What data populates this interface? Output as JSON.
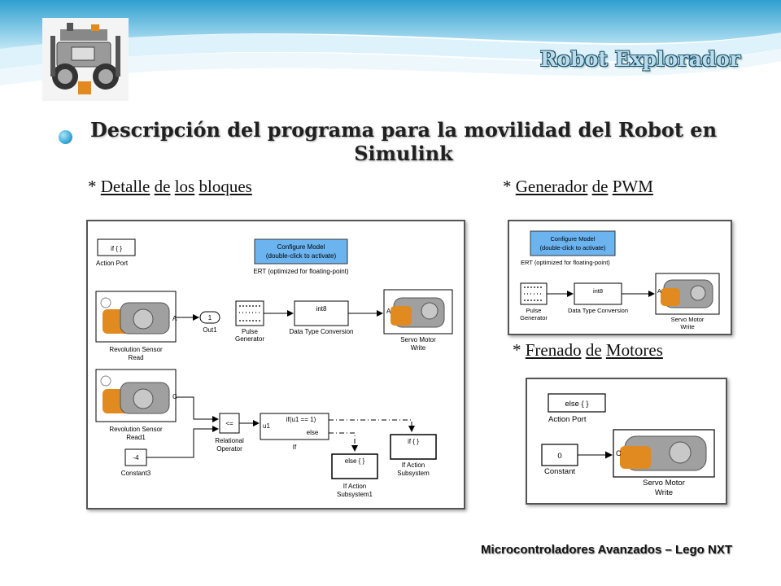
{
  "header": {
    "title": "Robot Explorador"
  },
  "main": {
    "heading": "Descripción del programa para la movilidad del Robot en Simulink",
    "sections": {
      "detalle": {
        "prefix": "*",
        "words": [
          "Detalle",
          "de",
          "los",
          "bloques"
        ]
      },
      "generador": {
        "prefix": "*",
        "words": [
          "Generador",
          "de",
          "PWM"
        ]
      },
      "frenado": {
        "prefix": "*",
        "words": [
          "Frenado",
          "de",
          "Motores"
        ]
      }
    }
  },
  "diagram_main": {
    "action_port": {
      "block": "if { }",
      "label": "Action Port"
    },
    "config": {
      "line1": "Configure Model",
      "line2": "(double-click to activate)",
      "caption": "ERT (optimized for floating-point)"
    },
    "rev_sensor": {
      "port": "A",
      "label1": "Revolution Sensor",
      "label2": "Read"
    },
    "out1": {
      "value": "1",
      "label": "Out1"
    },
    "pulse": {
      "label1": "Pulse",
      "label2": "Generator"
    },
    "dtc": {
      "block": "int8",
      "label": "Data Type Conversion"
    },
    "servo": {
      "port": "A",
      "label1": "Servo Motor",
      "label2": "Write"
    },
    "rev_sensor1": {
      "port": "C",
      "label1": "Revolution Sensor",
      "label2": "Read1"
    },
    "relational": {
      "block": "<=",
      "label1": "Relational",
      "label2": "Operator"
    },
    "constant": {
      "value": "-4",
      "label": "Constant3"
    },
    "if_block": {
      "input": "u1",
      "cond": "if(u1 == 1)",
      "else": "else",
      "label": "If"
    },
    "else_sub": {
      "block": "else { }",
      "label1": "If Action",
      "label2": "Subsystem1"
    },
    "if_sub": {
      "block": "if { }",
      "label1": "If Action",
      "label2": "Subsystem"
    }
  },
  "diagram_pwm": {
    "config": {
      "line1": "Configure Model",
      "line2": "(double-click to activate)",
      "caption": "ERT (optimized for floating-point)"
    },
    "pulse": {
      "label1": "Pulse",
      "label2": "Generator"
    },
    "dtc": {
      "block": "int8",
      "label": "Data Type Conversion"
    },
    "servo": {
      "port": "A",
      "label1": "Servo Motor",
      "label2": "Write"
    }
  },
  "diagram_brake": {
    "action_port": {
      "block": "else { }",
      "label": "Action Port"
    },
    "constant": {
      "value": "0",
      "label": "Constant"
    },
    "servo": {
      "port": "C",
      "label1": "Servo Motor",
      "label2": "Write"
    }
  },
  "footer": {
    "text": "Microcontroladores Avanzados – Lego NXT"
  },
  "colors": {
    "config_block": "#6cb4f0",
    "bullet": "#36a8d8",
    "title_fill": "#b8dcec"
  }
}
